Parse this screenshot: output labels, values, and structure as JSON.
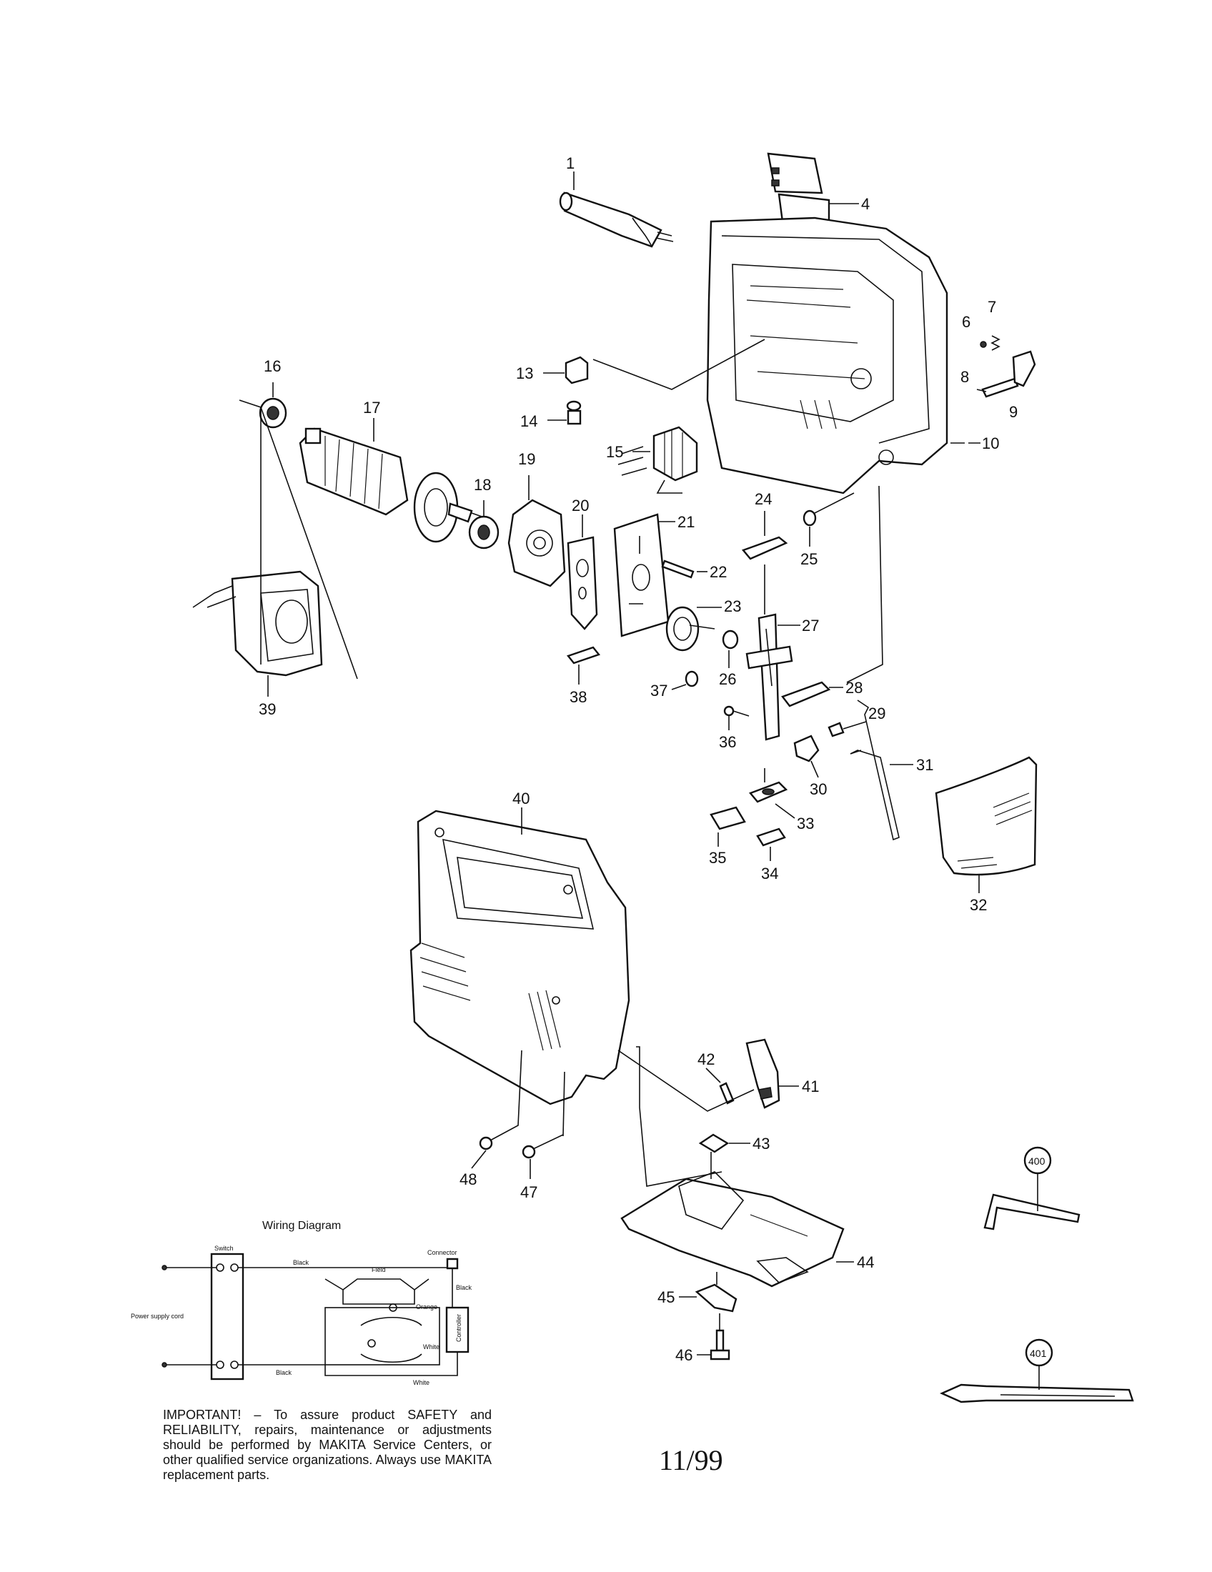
{
  "callouts": [
    "1",
    "4",
    "6",
    "7",
    "8",
    "9",
    "10",
    "13",
    "14",
    "15",
    "16",
    "17",
    "18",
    "19",
    "20",
    "21",
    "22",
    "23",
    "24",
    "25",
    "26",
    "27",
    "28",
    "29",
    "30",
    "31",
    "32",
    "33",
    "34",
    "35",
    "36",
    "37",
    "38",
    "39",
    "40",
    "41",
    "42",
    "43",
    "44",
    "45",
    "46",
    "47",
    "48",
    "400",
    "401"
  ],
  "wiring": {
    "title": "Wiring Diagram",
    "switch": "Switch",
    "field": "Field",
    "connector": "Connector",
    "power_supply_cord": "Power supply cord",
    "black1": "Black",
    "black2": "Black",
    "black3": "Black",
    "orange": "Orange",
    "white1": "White",
    "white2": "White",
    "controller": "Controller"
  },
  "notice": "IMPORTANT! – To assure product SAFETY and RELIABILITY, repairs, maintenance or adjustments should be performed by MAKITA Service Centers, or other qualified service organizations. Always use MAKITA replacement parts.",
  "page_number": "11/99"
}
